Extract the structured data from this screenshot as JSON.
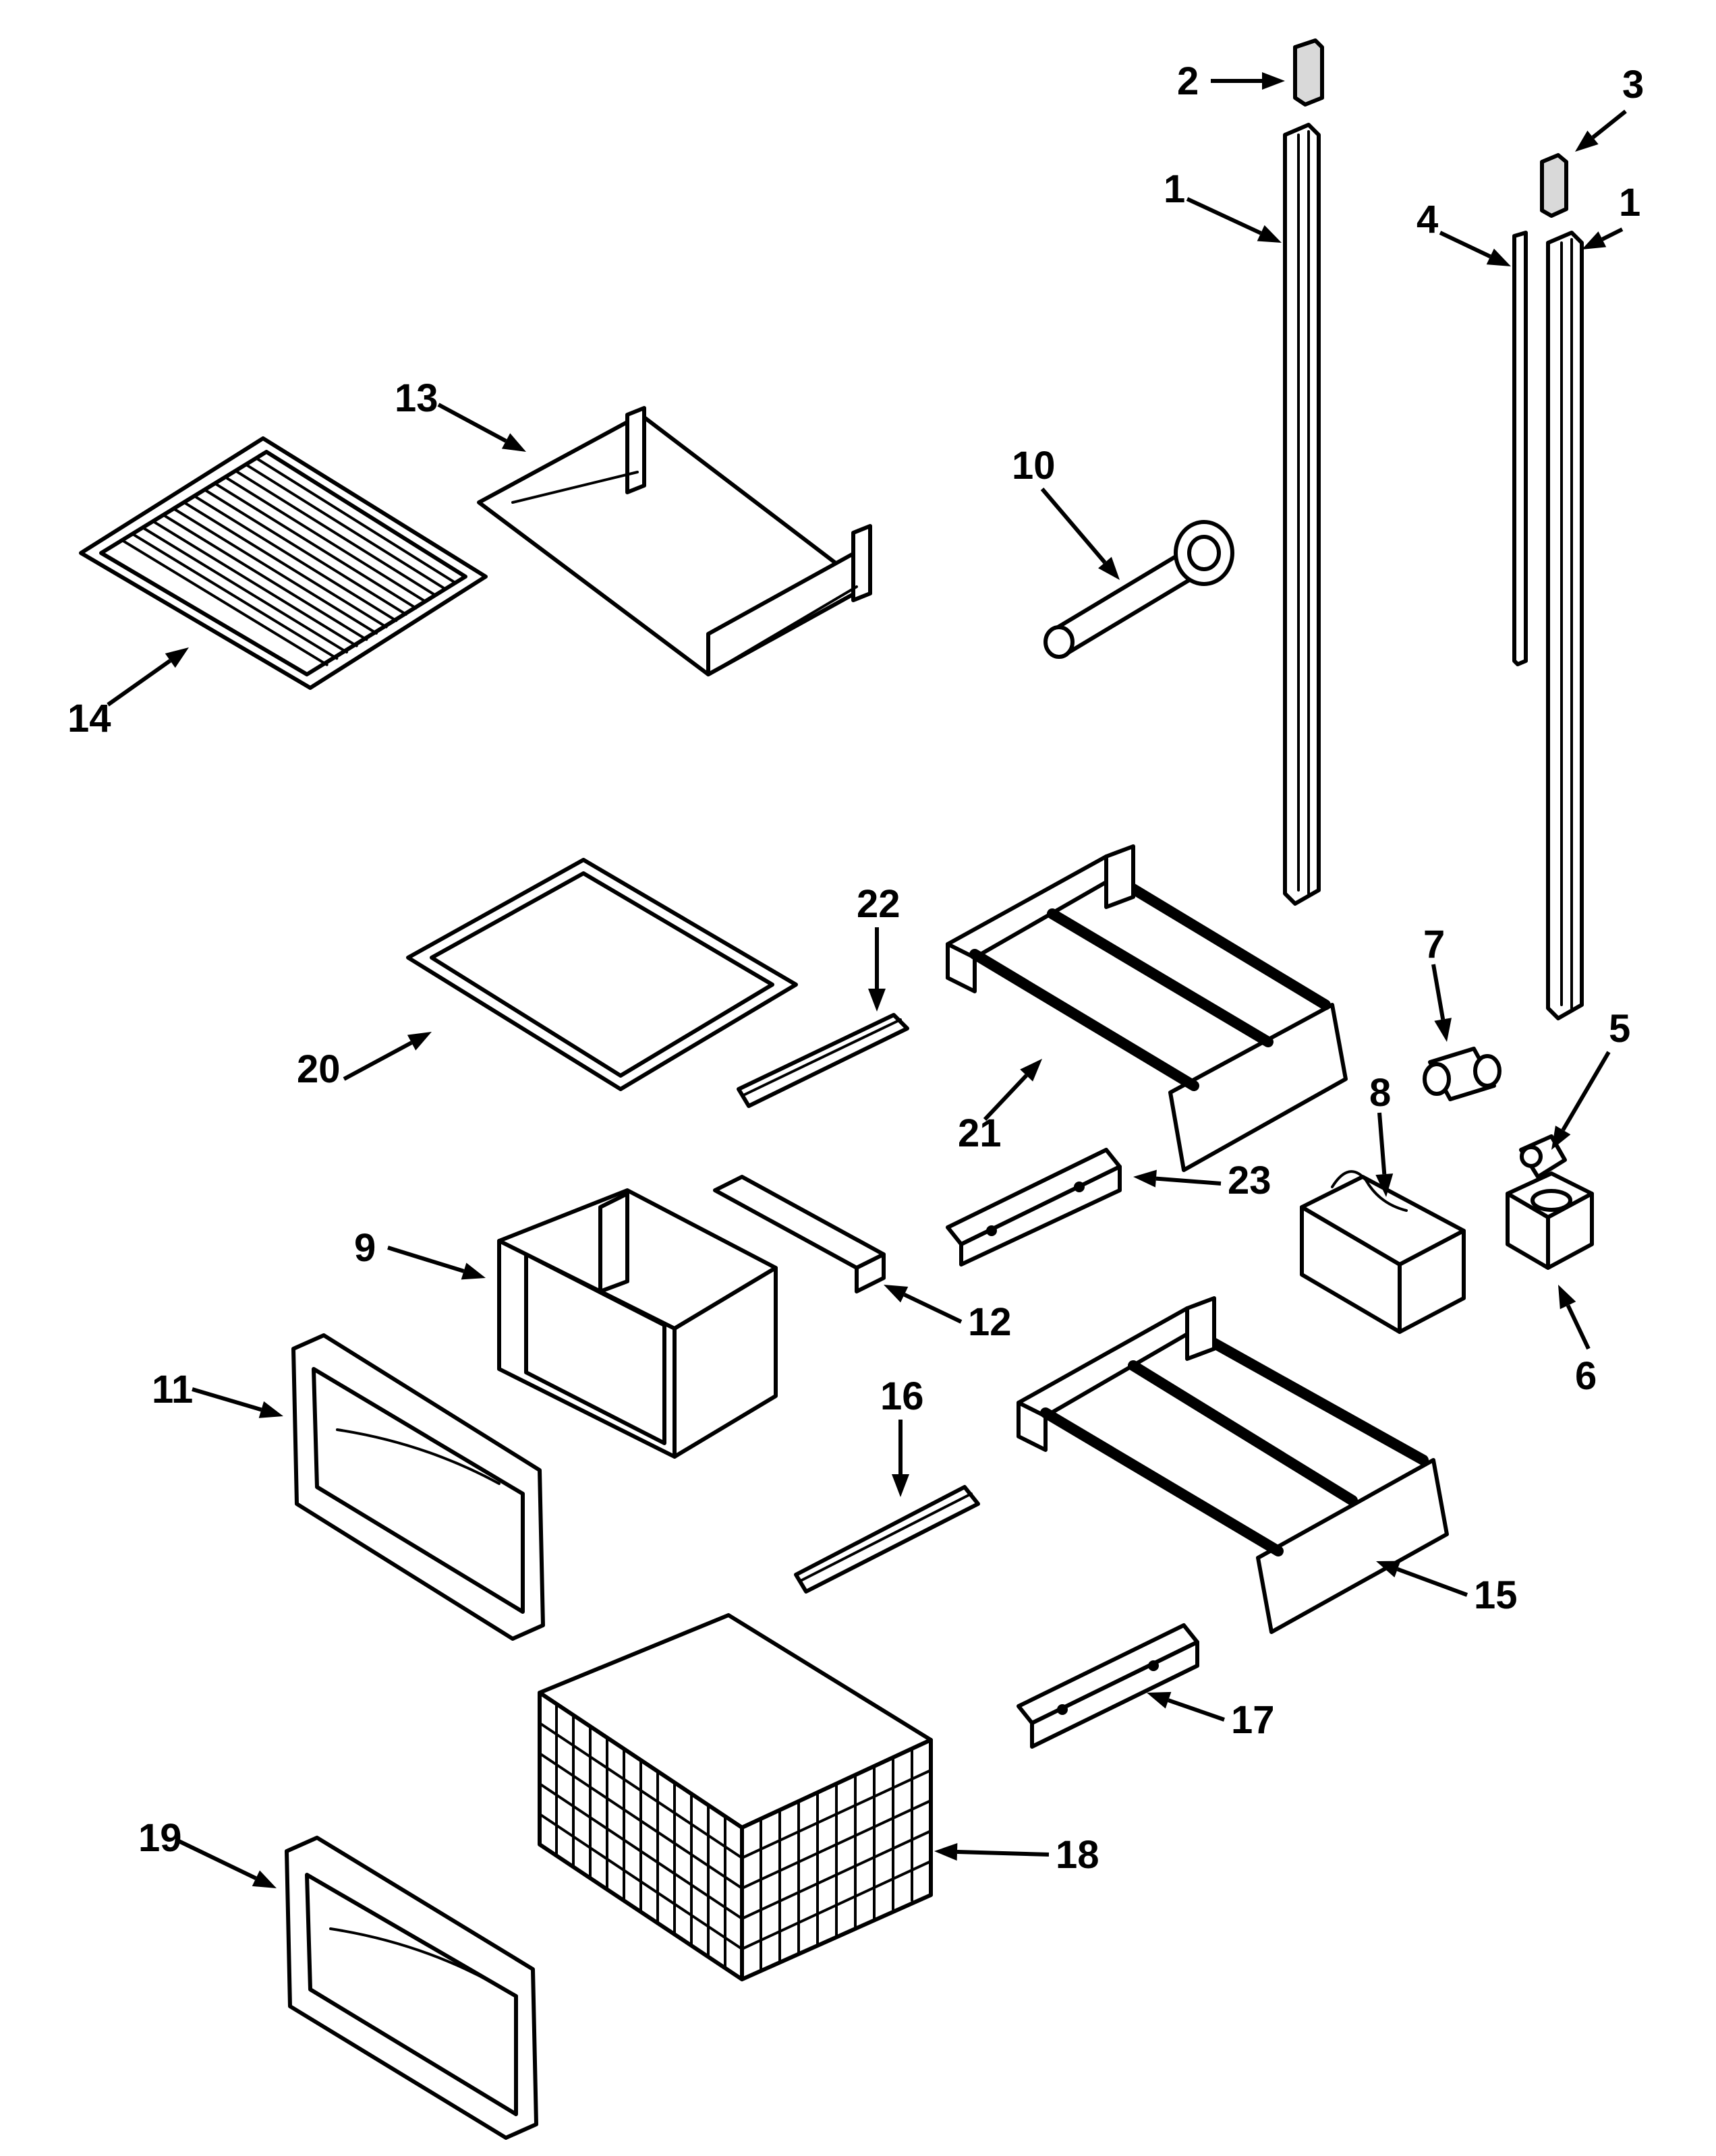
{
  "diagram": {
    "callouts": [
      {
        "id": "c2",
        "text": "2"
      },
      {
        "id": "c3",
        "text": "3"
      },
      {
        "id": "c1a",
        "text": "1"
      },
      {
        "id": "c1b",
        "text": "1"
      },
      {
        "id": "c4",
        "text": "4"
      },
      {
        "id": "c13",
        "text": "13"
      },
      {
        "id": "c10",
        "text": "10"
      },
      {
        "id": "c14",
        "text": "14"
      },
      {
        "id": "c22",
        "text": "22"
      },
      {
        "id": "c20",
        "text": "20"
      },
      {
        "id": "c21",
        "text": "21"
      },
      {
        "id": "c7",
        "text": "7"
      },
      {
        "id": "c5",
        "text": "5"
      },
      {
        "id": "c8",
        "text": "8"
      },
      {
        "id": "c23",
        "text": "23"
      },
      {
        "id": "c9",
        "text": "9"
      },
      {
        "id": "c12",
        "text": "12"
      },
      {
        "id": "c6",
        "text": "6"
      },
      {
        "id": "c11",
        "text": "11"
      },
      {
        "id": "c16",
        "text": "16"
      },
      {
        "id": "c15",
        "text": "15"
      },
      {
        "id": "c17",
        "text": "17"
      },
      {
        "id": "c18",
        "text": "18"
      },
      {
        "id": "c19",
        "text": "19"
      }
    ]
  }
}
